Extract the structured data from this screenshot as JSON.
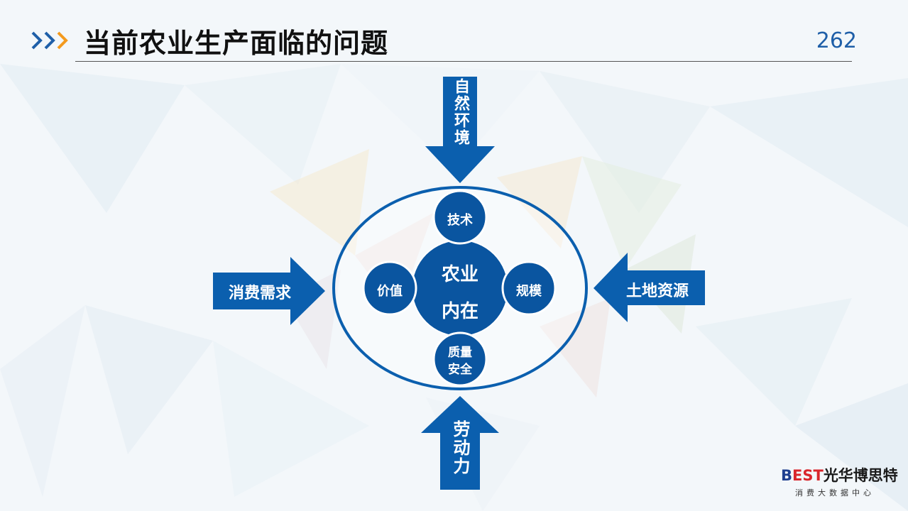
{
  "slide": {
    "title": "当前农业生产面临的问题",
    "page_number": "262"
  },
  "diagram": {
    "arrows": {
      "top": "自然环境",
      "bottom": "劳动力",
      "left": "消费需求",
      "right": "土地资源"
    },
    "center": {
      "line1": "农业",
      "line2": "内在"
    },
    "satellites": {
      "top": "技术",
      "left": "价值",
      "right": "规模",
      "bottom_line1": "质量",
      "bottom_line2": "安全"
    }
  },
  "logo": {
    "mark_b": "B",
    "mark_est": "EST",
    "name": "光华博思特",
    "tagline": "消费大数据中心"
  },
  "colors": {
    "primary_blue": "#0b5fae",
    "dark_blue": "#0a55a0",
    "chevron_orange": "#f39a1e",
    "chevron_blue": "#1f5fa8"
  }
}
